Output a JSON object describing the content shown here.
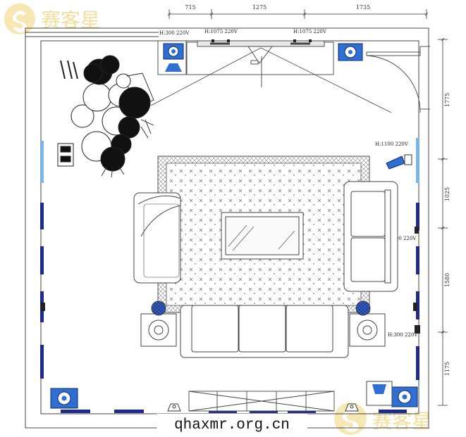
{
  "dimensions": {
    "top": [
      "715",
      "1275",
      "1735"
    ],
    "right": [
      "1775",
      "1025",
      "1580",
      "1175"
    ]
  },
  "labels": {
    "outlet_top_left": "H:300  220V",
    "outlet_top_mid_left": "H:1075  220V",
    "outlet_top_mid_right": "H:1075  220V",
    "outlet_right_upper": "H:1100  220V",
    "outlet_right_mid": "H:300  220V",
    "outlet_right_lower": "H:300  220V"
  },
  "watermark": {
    "url": "qhaxmr.org.cn",
    "brand_text": "赛客星"
  },
  "colors": {
    "line": "#333333",
    "window_dark": "#1f2a8c",
    "window_light": "#7db4e6",
    "speaker_blue": "#2f6fd1",
    "watermark_gold": "#f3d98a"
  }
}
